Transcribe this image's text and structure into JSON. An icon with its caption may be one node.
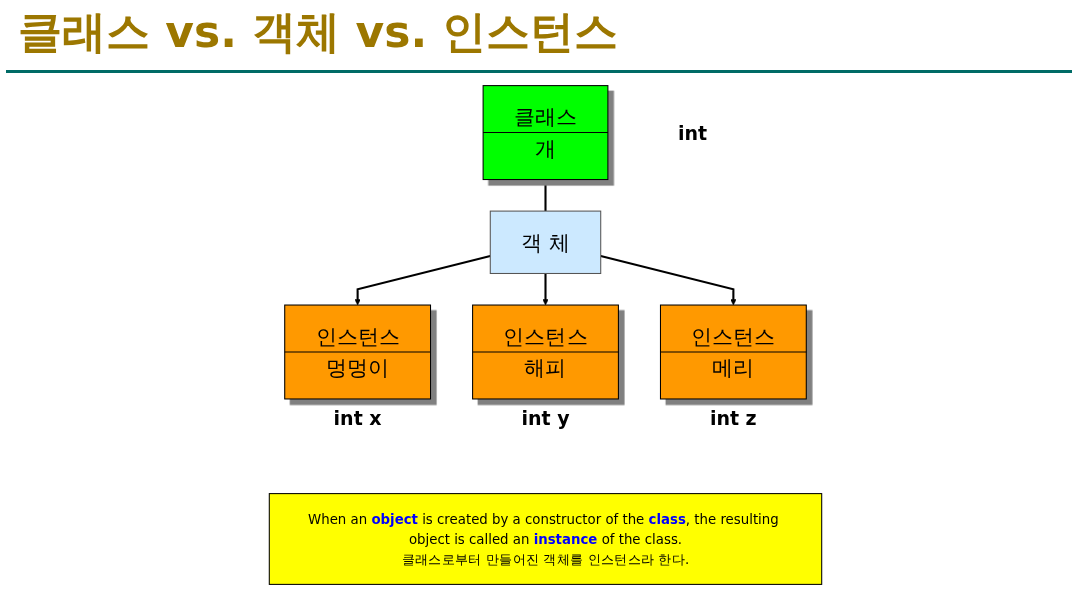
{
  "diagram": {
    "title": "클래스 vs. 객체 vs. 인스턴스",
    "nodes": [
      {
        "text": [
          "클래스",
          "개"
        ],
        "beside": [
          "int"
        ]
      },
      {
        "text": [
          "객 체"
        ]
      },
      {
        "text": [
          "인스턴스",
          "멍멍이"
        ],
        "beside": [
          "int x"
        ]
      },
      {
        "text": [
          "인스턴스",
          "해피"
        ],
        "beside": [
          "int y"
        ]
      },
      {
        "text": [
          "인스턴스",
          "메리"
        ],
        "beside": [
          "int z"
        ]
      },
      {
        "text": [
          "When an **object** is created by a constructor of the **class**, the resulting object is called an **instance** of the class.",
          "클래스로부터 만들어진 객체를 인스턴스라 한다."
        ]
      }
    ],
    "edges": [
      {
        "from": 0,
        "to": 1,
        "arrow": "none"
      },
      {
        "from": 1,
        "to": 2,
        "arrow": "to"
      },
      {
        "from": 1,
        "to": 3,
        "arrow": "to"
      },
      {
        "from": 1,
        "to": 4,
        "arrow": "to"
      }
    ]
  }
}
